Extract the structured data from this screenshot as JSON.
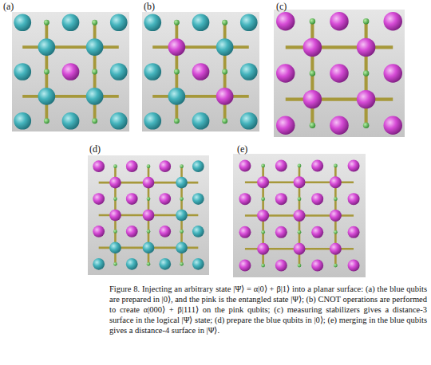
{
  "diagram": {
    "caption": "Figure 8. Injecting an arbitrary state |Ψ⟩ = α|0⟩ + β|1⟩ into a planar surface: (a) the blue qubits are prepared in |0⟩, and the pink is the entangled state |Ψ⟩; (b) CNOT operations are performed to create α|000⟩ + β|111⟩ on the pink qubits; (c) measuring stabilizers gives a distance-3 surface in the logical |Ψ⟩ state; (d) prepare the blue qubits in |0⟩; (e) merging in the blue qubits gives a distance-4 surface in |Ψ⟩.",
    "labels": [
      "(a)",
      "(b)",
      "(c)",
      "(d)",
      "(e)"
    ]
  }
}
